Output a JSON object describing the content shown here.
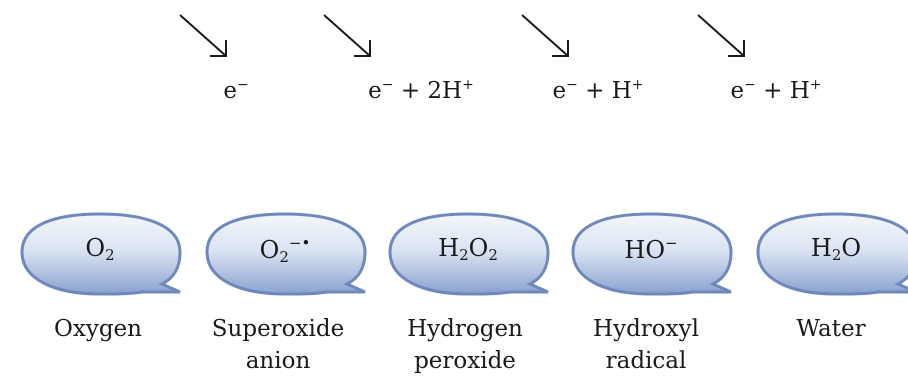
{
  "steps": [
    {
      "base": "e",
      "charge": "−",
      "rest": "",
      "rest_charge": ""
    },
    {
      "base": "e",
      "charge": "−",
      "rest": " + 2H",
      "rest_charge": "+"
    },
    {
      "base": "e",
      "charge": "−",
      "rest": " + H",
      "rest_charge": "+"
    },
    {
      "base": "e",
      "charge": "−",
      "rest": " + H",
      "rest_charge": "+"
    }
  ],
  "species": [
    {
      "formula_a": "O",
      "sub_a": "2",
      "formula_b": "",
      "sub_b": "",
      "sup": "",
      "name_line1": "Oxygen",
      "name_line2": ""
    },
    {
      "formula_a": "O",
      "sub_a": "2",
      "formula_b": "",
      "sub_b": "",
      "sup": "−•",
      "name_line1": "Superoxide",
      "name_line2": "anion"
    },
    {
      "formula_a": "H",
      "sub_a": "2",
      "formula_b": "O",
      "sub_b": "2",
      "sup": "",
      "name_line1": "Hydrogen",
      "name_line2": "peroxide"
    },
    {
      "formula_a": "HO",
      "sub_a": "",
      "formula_b": "",
      "sub_b": "",
      "sup": "−",
      "name_line1": "Hydroxyl",
      "name_line2": "radical"
    },
    {
      "formula_a": "H",
      "sub_a": "2",
      "formula_b": "O",
      "sub_b": "",
      "sup": "",
      "name_line1": "Water",
      "name_line2": ""
    }
  ],
  "colors": {
    "bubble_top": "#f4f7fc",
    "bubble_bottom": "#8aa2cf",
    "bubble_stroke": "#6f88bb",
    "arrow": "#1a1a1a",
    "text": "#1a1a1a"
  }
}
